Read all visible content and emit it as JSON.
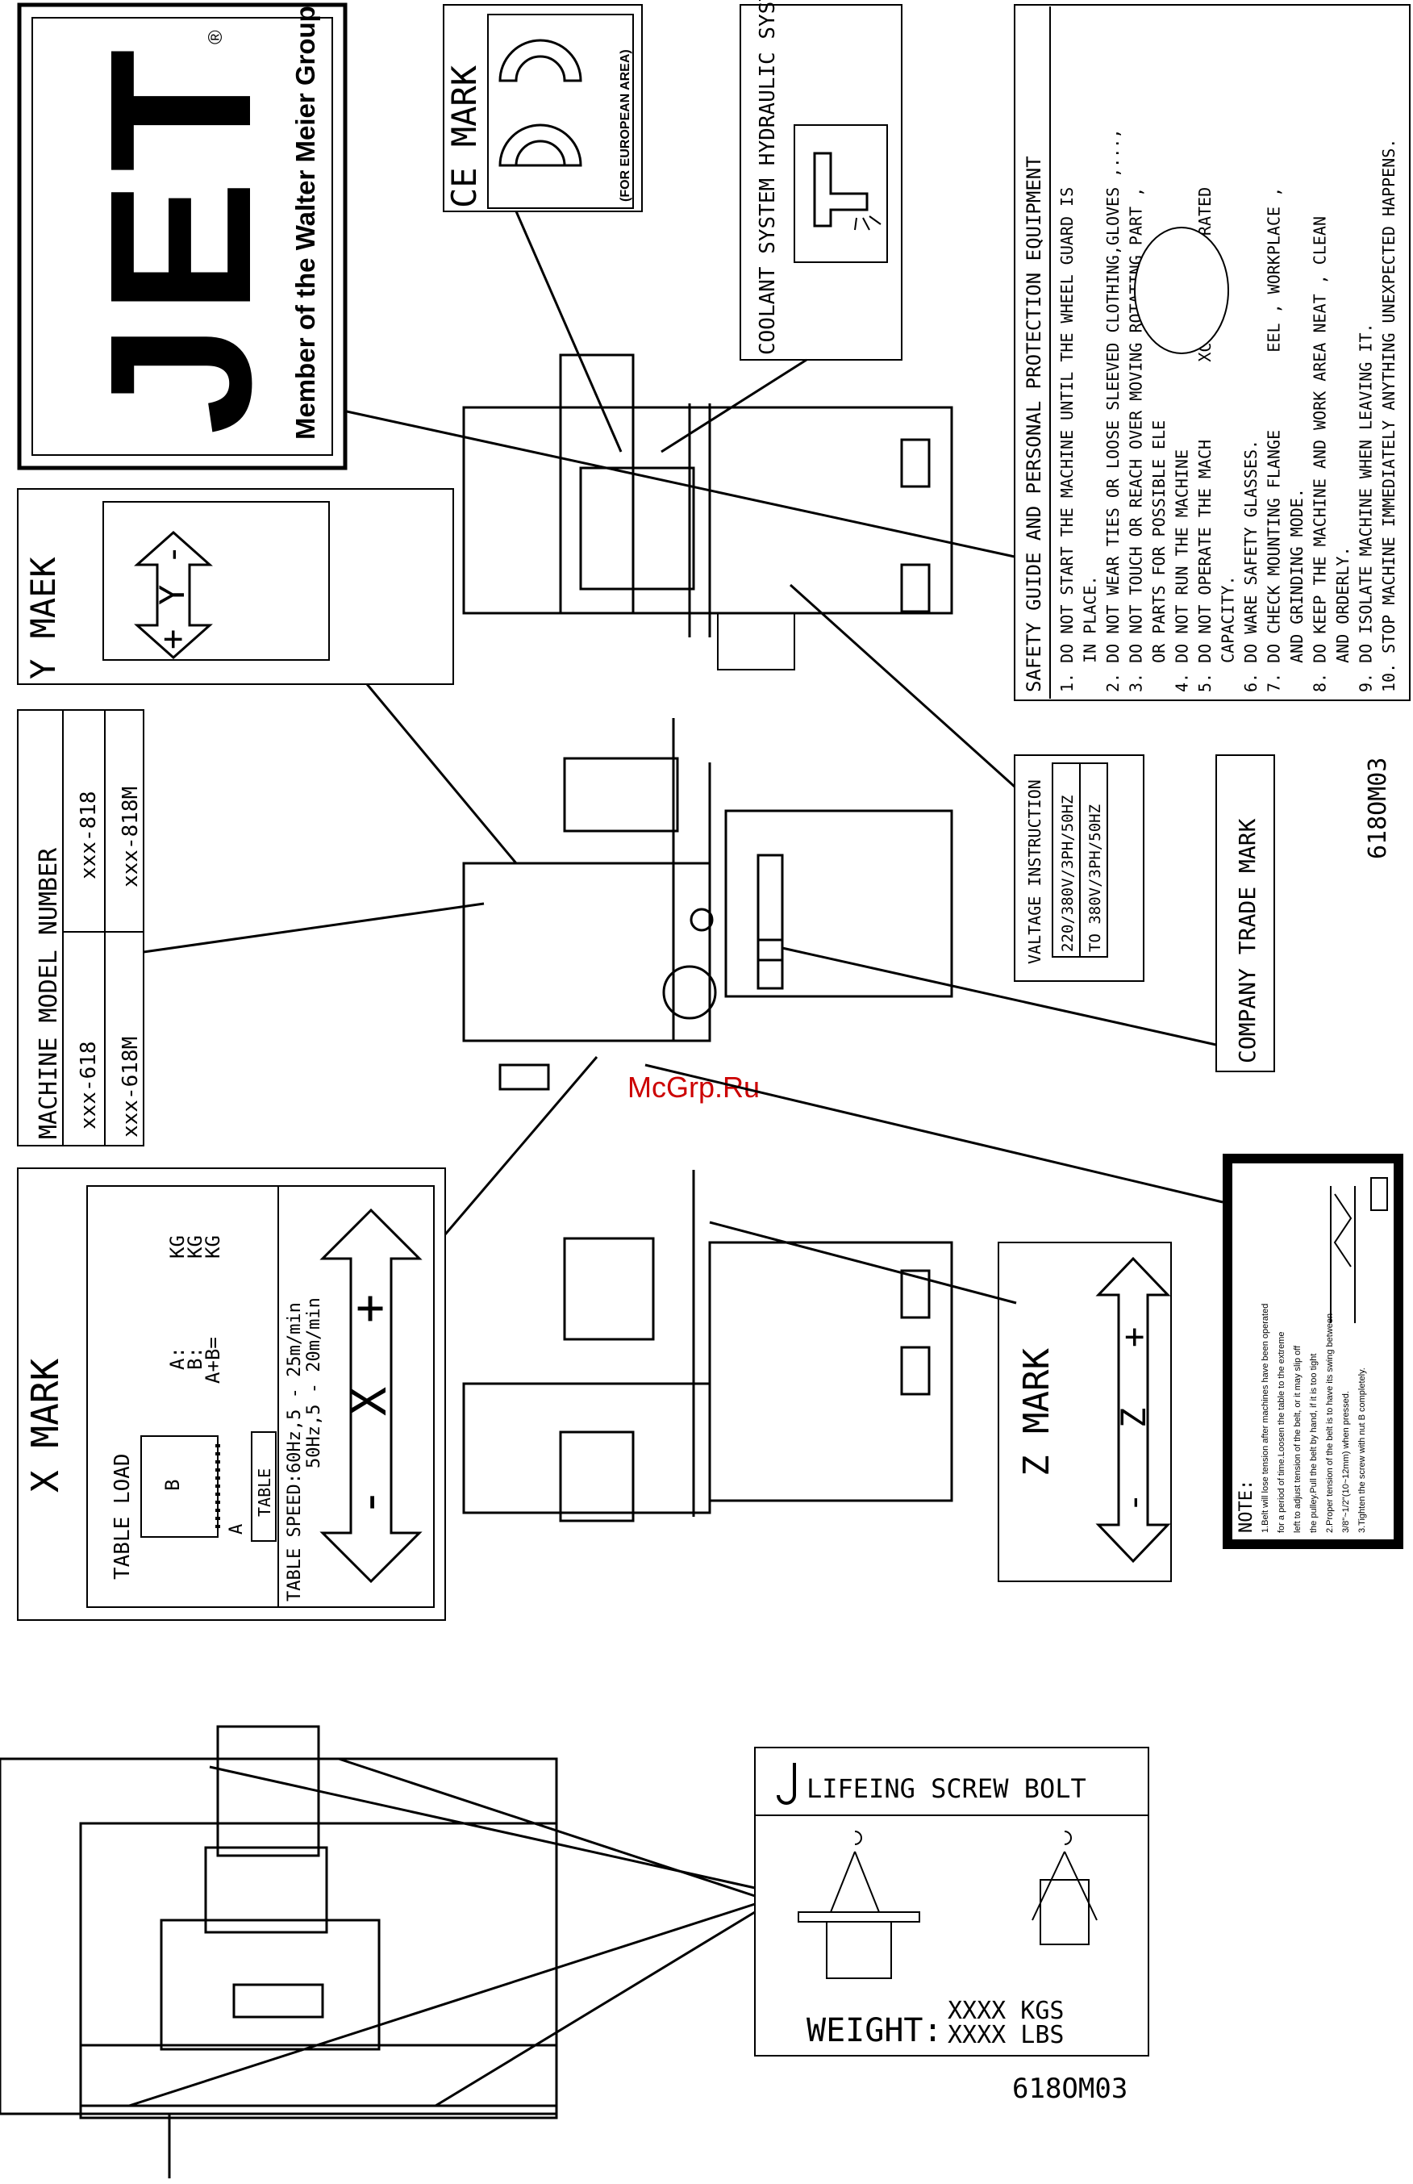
{
  "jet": {
    "letters": "JET",
    "registered": "®",
    "tagline": "Member of the Walter Meier Group"
  },
  "ce": {
    "title": "CE MARK",
    "symbol": "CE",
    "note": "(FOR EUROPEAN AREA)"
  },
  "coolant": {
    "title": "COOLANT SYSTEM HYDRAULIC SYSTEM INDICTION"
  },
  "safety": {
    "title": "SAFETY GUIDE AND PERSONAL PROTECTION EQUIPMENT",
    "items": [
      "1. DO NOT START THE MACHINE UNTIL THE WHEEL GUARD IS",
      "   IN PLACE.",
      "2. DO NOT WEAR TIES OR LOOSE SLEEVED CLOTHING,GLOVES ,...,",
      "3. DO NOT TOUCH OR REACH OVER MOVING ROTATING PART ,",
      "   OR PARTS FOR POSSIBLE ELE        SHOCK .",
      "4. DO NOT RUN THE MACHINE          DED.",
      "5. DO NOT OPERATE THE MACH        XCESS OF ITS RATED",
      "   CAPACITY.",
      "6. DO WARE SAFETY GLASSES.",
      "7. DO CHECK MOUNTING FLANGE        EEL , WORKPLACE ,",
      "   AND GRINDING MODE.",
      "8. DO KEEP THE MACHINE AND WORK AREA NEAT , CLEAN",
      "   AND ORDERLY.",
      "9. DO ISOLATE MACHINE WHEN LEAVING IT.",
      "10. STOP MACHINE IMMEDIATELY ANYTHING UNEXPECTED HAPPENS."
    ]
  },
  "y_mark": {
    "title": "Y MAEK",
    "plus": "+",
    "letter": "Y",
    "minus": "-"
  },
  "model": {
    "title": "MACHINE MODEL NUMBER",
    "rows": [
      [
        "xxx-618",
        "xxx-818"
      ],
      [
        "xxx-618M",
        "xxx-818M"
      ]
    ]
  },
  "voltage": {
    "title": "VALTAGE INSTRUCTION",
    "line1": "220/380V/3PH/50HZ",
    "line2": "TO 380V/3PH/50HZ"
  },
  "trademark": {
    "title": "COMPANY TRADE MARK"
  },
  "drawing_no": "618OM03",
  "x_mark": {
    "title": "X MARK",
    "table_load": "TABLE LOAD",
    "label_b": "B",
    "label_a": "A",
    "label_table": "TABLE",
    "load_a": "A:",
    "load_b": "B:",
    "load_ab": "A+B=",
    "kg": "KG",
    "speed1": "TABLE SPEED:60Hz,5 - 25m/min",
    "speed2": "50Hz,5 - 20m/min",
    "plus": "+",
    "letter": "X",
    "minus": "-"
  },
  "z_mark": {
    "title": "Z MARK",
    "plus": "+",
    "letter": "Z",
    "minus": "-"
  },
  "note": {
    "title": "NOTE:",
    "lines": [
      "1.Belt will lose tension after machines have been operated",
      "for a period of time.Loosen the table to the extreme",
      "left to adjust tension of the belt, or it may slip off",
      "the pulley.Pull the belt by hand, if it is too tight",
      "2.Proper tension of the belt is to have its swing between",
      "3/8\"~1/2\"(10~12mm) when pressed.",
      "3.Tighten the screw with nut B completely."
    ]
  },
  "watermark": "McGrp.Ru",
  "lifting": {
    "title": "LIFEING SCREW BOLT",
    "weight": "WEIGHT:",
    "kgs": "XXXX KGS",
    "lbs": "XXXX LBS"
  }
}
